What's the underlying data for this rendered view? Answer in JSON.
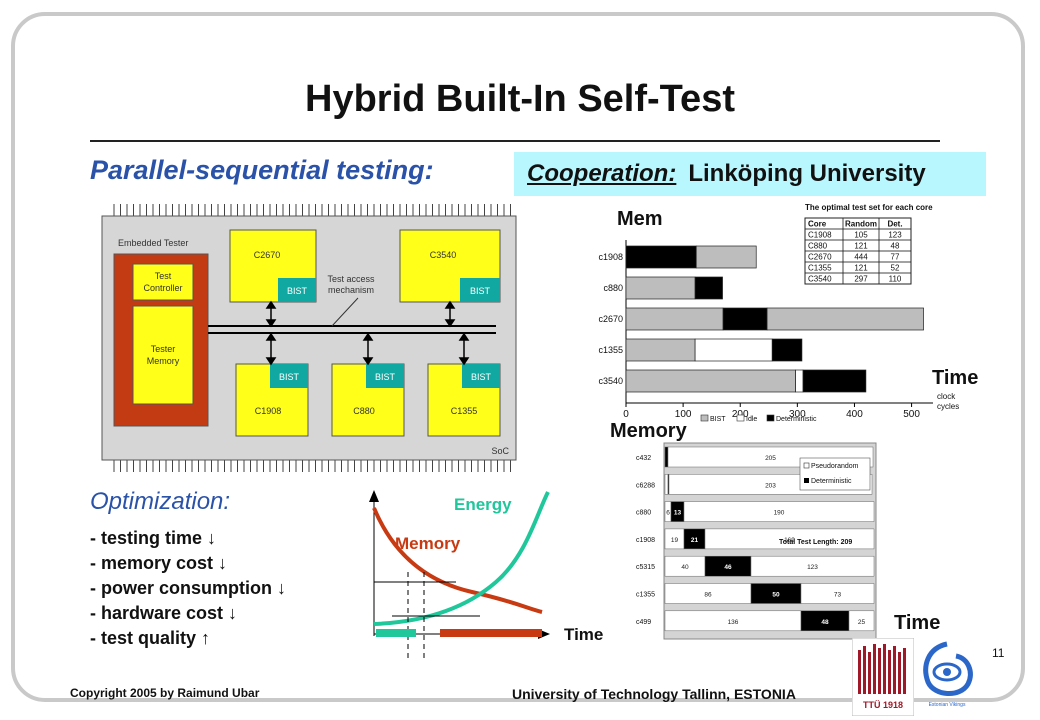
{
  "title": "Hybrid Built-In Self-Test",
  "subtitle": "Parallel-sequential testing:",
  "cooperation": {
    "label": "Cooperation:",
    "partner": "Linköping University"
  },
  "soc": {
    "embedded_tester": "Embedded Tester",
    "test_controller_l1": "Test",
    "test_controller_l2": "Controller",
    "tester_memory_l1": "Tester",
    "tester_memory_l2": "Memory",
    "test_access_l1": "Test access",
    "test_access_l2": "mechanism",
    "soc_label": "SoC",
    "bist": "BIST",
    "cores": [
      "C2670",
      "C3540",
      "C1908",
      "C880",
      "C1355"
    ]
  },
  "schedule": {
    "axis_mem": "Mem",
    "axis_time": "Time",
    "table_title": "The optimal test set for each core",
    "table_headers": [
      "Core",
      "Random",
      "Det."
    ],
    "table_rows": [
      [
        "C1908",
        "105",
        "123"
      ],
      [
        "C880",
        "121",
        "48"
      ],
      [
        "C2670",
        "444",
        "77"
      ],
      [
        "C1355",
        "121",
        "52"
      ],
      [
        "C3540",
        "297",
        "110"
      ]
    ],
    "chart_data": {
      "type": "bar",
      "orientation": "horizontal-stacked-gantt",
      "categories": [
        "c1908",
        "c880",
        "c2670",
        "c1355",
        "c3540"
      ],
      "x_ticks": [
        "0",
        "100",
        "200",
        "300",
        "400",
        "500"
      ],
      "xlim": [
        0,
        520
      ],
      "x_unit_l1": "clock",
      "x_unit_l2": "cycles",
      "legend": [
        "BIST",
        "Idle",
        "Deterministic"
      ],
      "legend_colors": [
        "#bdbdbd",
        "#ffffff",
        "#000000"
      ],
      "segments": [
        [
          {
            "type": "Deterministic",
            "start": 0,
            "end": 123
          },
          {
            "type": "BIST",
            "start": 123,
            "end": 228
          }
        ],
        [
          {
            "type": "BIST",
            "start": 0,
            "end": 121
          },
          {
            "type": "Deterministic",
            "start": 121,
            "end": 169
          }
        ],
        [
          {
            "type": "BIST",
            "start": 0,
            "end": 170
          },
          {
            "type": "Deterministic",
            "start": 170,
            "end": 247
          },
          {
            "type": "BIST",
            "start": 247,
            "end": 521
          }
        ],
        [
          {
            "type": "BIST",
            "start": 0,
            "end": 121
          },
          {
            "type": "Idle",
            "start": 121,
            "end": 256
          },
          {
            "type": "Deterministic",
            "start": 256,
            "end": 308
          }
        ],
        [
          {
            "type": "BIST",
            "start": 0,
            "end": 297
          },
          {
            "type": "Idle",
            "start": 297,
            "end": 310
          },
          {
            "type": "Deterministic",
            "start": 310,
            "end": 420
          }
        ]
      ]
    }
  },
  "memory_chart": {
    "axis_memory": "Memory",
    "axis_time": "Time",
    "legend": [
      "Pseudorandom",
      "Deterministic"
    ],
    "total_label": "Total Test Length: 209",
    "chart_data": {
      "type": "bar",
      "orientation": "horizontal-stacked",
      "categories": [
        "c432",
        "c6288",
        "c880",
        "c1908",
        "c5315",
        "c1355",
        "c499"
      ],
      "rows": [
        {
          "label": "c432",
          "segments": [
            {
              "t": "D",
              "v": 3
            },
            {
              "t": "P",
              "v": 205
            }
          ],
          "labels": [
            "",
            "205"
          ]
        },
        {
          "label": "c6288",
          "segments": [
            {
              "t": "P",
              "v": 3
            },
            {
              "t": "D",
              "v": 1
            },
            {
              "t": "P",
              "v": 203
            }
          ],
          "labels": [
            "",
            "",
            "203"
          ]
        },
        {
          "label": "c880",
          "segments": [
            {
              "t": "P",
              "v": 6
            },
            {
              "t": "D",
              "v": 13
            },
            {
              "t": "P",
              "v": 190
            }
          ],
          "labels": [
            "6",
            "13",
            "190"
          ]
        },
        {
          "label": "c1908",
          "segments": [
            {
              "t": "P",
              "v": 19
            },
            {
              "t": "D",
              "v": 21
            },
            {
              "t": "P",
              "v": 169
            }
          ],
          "labels": [
            "19",
            "21",
            "169"
          ]
        },
        {
          "label": "c5315",
          "segments": [
            {
              "t": "P",
              "v": 40
            },
            {
              "t": "D",
              "v": 46
            },
            {
              "t": "P",
              "v": 123
            }
          ],
          "labels": [
            "40",
            "46",
            "123"
          ]
        },
        {
          "label": "c1355",
          "segments": [
            {
              "t": "P",
              "v": 86
            },
            {
              "t": "D",
              "v": 50
            },
            {
              "t": "P",
              "v": 73
            }
          ],
          "labels": [
            "86",
            "50",
            "73"
          ]
        },
        {
          "label": "c499",
          "segments": [
            {
              "t": "P",
              "v": 136
            },
            {
              "t": "D",
              "v": 48
            },
            {
              "t": "P",
              "v": 25
            }
          ],
          "labels": [
            "136",
            "48",
            "25"
          ]
        }
      ],
      "xlim": [
        0,
        209
      ]
    }
  },
  "optimization": {
    "title": "Optimization:",
    "items": [
      "-   testing time ↓",
      "-   memory cost ↓",
      "-   power consumption ↓",
      "-   hardware cost ↓",
      "-   test quality ↑"
    ],
    "energy_label": "Energy",
    "memory_label": "Memory",
    "time_label": "Time",
    "energy_color": "#1fc79a",
    "memory_color": "#c83a12"
  },
  "footer": {
    "copyright": "Copyright  2005 by Raimund Ubar",
    "university": "University of Technology Tallinn, ESTONIA",
    "page": "11",
    "logo_text": "TTÜ 1918",
    "logo2_text": "Estonian Vikings"
  },
  "colors": {
    "core_yellow": "#ffff1a",
    "bist_teal": "#10a8a0",
    "tester_red": "#c33b12",
    "soc_gray": "#d6d6d6",
    "title_blue": "#2a52a8",
    "coop_bg": "#b9f7ff"
  }
}
